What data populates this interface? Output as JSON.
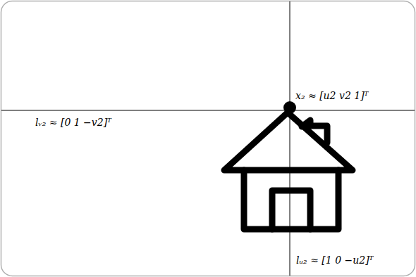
{
  "diagram": {
    "labels": [
      "x₂ ≈ [u2 v2 1]ᵀ",
      "lᵥ₂ ≈ [0 1 −v2]ᵀ",
      "lᵤ₂ ≈ [1 0 −u2]ᵀ"
    ]
  }
}
